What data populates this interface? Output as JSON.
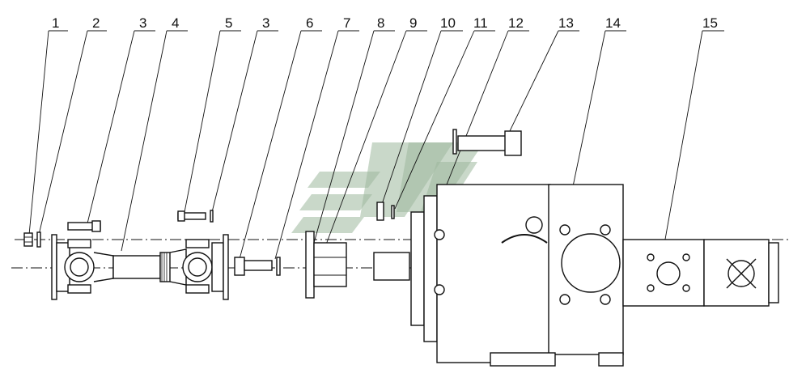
{
  "diagram": {
    "type": "exploded-assembly-drawing",
    "callouts": [
      "1",
      "2",
      "3",
      "4",
      "5",
      "3",
      "6",
      "7",
      "8",
      "9",
      "10",
      "11",
      "12",
      "13",
      "14",
      "15"
    ],
    "watermark": "logo"
  },
  "colors": {
    "line": "#111111",
    "background": "#ffffff",
    "watermark": "#9db89c"
  }
}
